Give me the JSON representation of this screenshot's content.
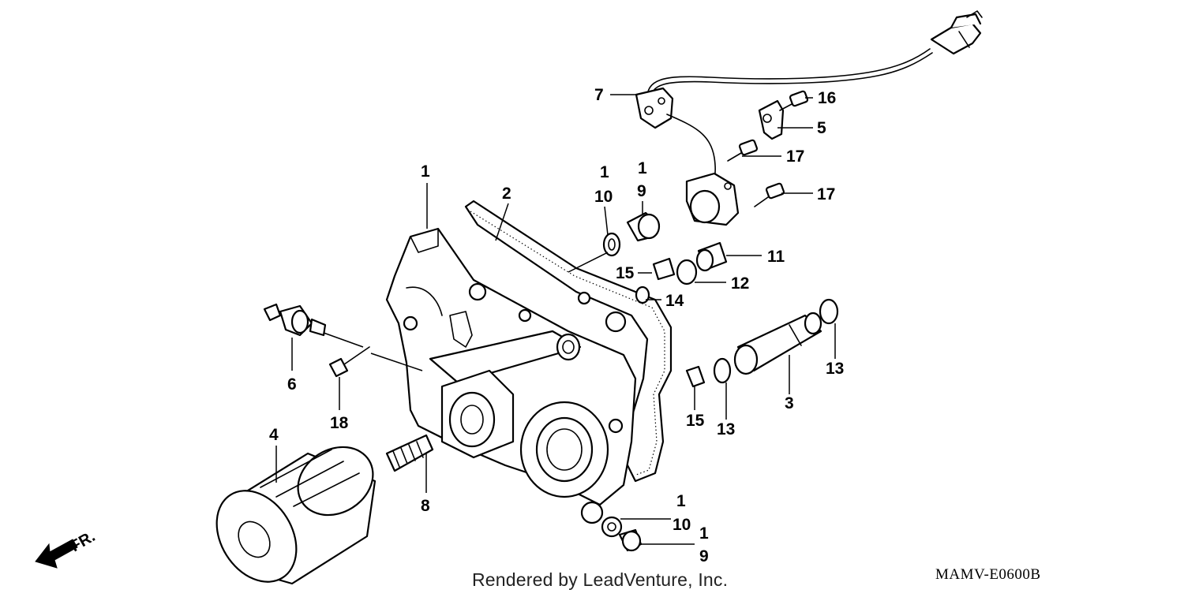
{
  "credit": "Rendered by LeadVenture, Inc.",
  "diagram_code": "MAMV-E0600B",
  "front_marker": "FR.",
  "callouts": {
    "c1_cover": "1",
    "c2_gasket": "2",
    "c1_top_a": "1",
    "c10_top": "10",
    "c1_top_b": "1",
    "c9_top": "9",
    "c7": "7",
    "c16": "16",
    "c5": "5",
    "c17_a": "17",
    "c17_b": "17",
    "c11": "11",
    "c15_top": "15",
    "c12": "12",
    "c14": "14",
    "c13_right": "13",
    "c3": "3",
    "c13_mid": "13",
    "c15_bot": "15",
    "c6": "6",
    "c18": "18",
    "c4": "4",
    "c8": "8",
    "c1_bot_a": "1",
    "c10_bot": "10",
    "c1_bot_b": "1",
    "c9_bot": "9"
  }
}
